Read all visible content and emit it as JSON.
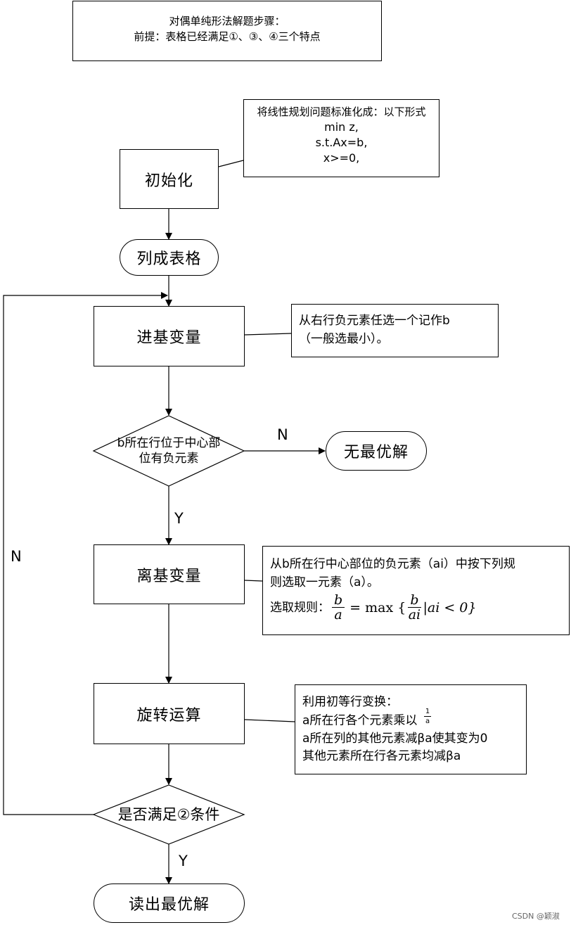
{
  "header": {
    "line1": "对偶单纯形法解题步骤：",
    "line2": "前提：表格已经满足①、③、④三个特点"
  },
  "steps": {
    "init": "初始化",
    "table": "列成表格",
    "enter": "进基变量",
    "decision1": [
      "b所在行位于中心部",
      "位有负元素"
    ],
    "no_solution": "无最优解",
    "leave": "离基变量",
    "rotate": "旋转运算",
    "decision2": "是否满足②条件",
    "read": "读出最优解"
  },
  "labels": {
    "n1": "N",
    "y1": "Y",
    "n2": "N",
    "y2": "Y"
  },
  "notes": {
    "init": [
      "将线性规划问题标准化成：以下形式",
      "min z,",
      "s.t.Ax=b,",
      "x>=0,"
    ],
    "enter": [
      "从右行负元素任选一个记作b",
      "（一般选最小）。"
    ],
    "leave": {
      "line1": "从b所在行中心部位的负元素（ai）中按下列规",
      "line2": "则选取一元素（a）。",
      "rule_prefix": "选取规则：",
      "frac1_num": "b",
      "frac1_den": "a",
      "eq": "= max {",
      "frac2_num": "b",
      "frac2_den": "ai",
      "cond": "|ai < 0}"
    },
    "rotate": {
      "line1": "利用初等行变换：",
      "line2": "a所在行各个元素乘以",
      "frac_num": "1",
      "frac_den": "a",
      "line3": "a所在列的其他元素减βa使其变为0",
      "line4": "其他元素所在行各元素均减βa"
    }
  },
  "credit": "CSDN @颖淑"
}
